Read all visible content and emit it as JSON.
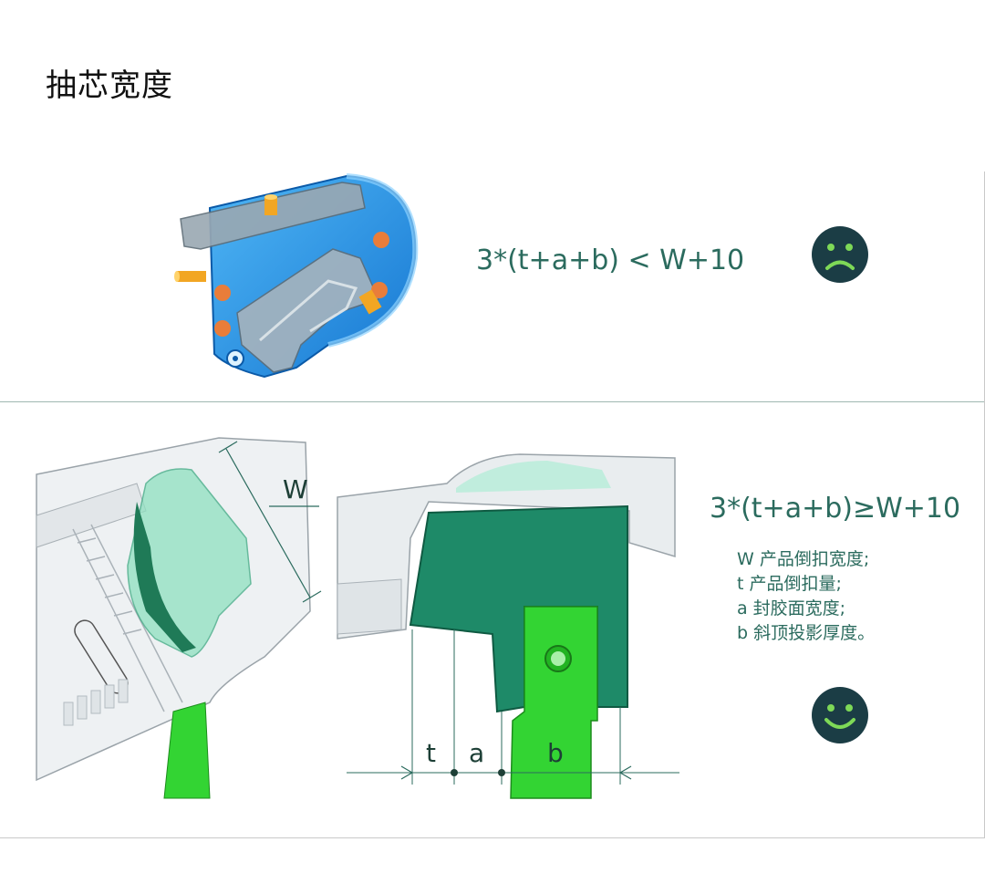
{
  "title": "抽芯宽度",
  "formula_bad": "3*(t+a+b) < W+10",
  "formula_good": "3*(t+a+b)≥W+10",
  "legend": [
    "W 产品倒扣宽度;",
    "t 产品倒扣量;",
    "a 封胶面宽度;",
    "b 斜顶投影厚度。"
  ],
  "labels": {
    "w": "W",
    "t": "t",
    "a": "a",
    "b": "b"
  },
  "icons": {
    "bad": "sad-face-icon",
    "good": "smiley-face-icon"
  },
  "colors": {
    "text": "#2b6b5e",
    "face": "#1b3d45",
    "face_stroke": "#7ed957",
    "blue_part": "#1e90e6",
    "dark_green": "#1e8a68",
    "bright_green": "#33d433"
  }
}
